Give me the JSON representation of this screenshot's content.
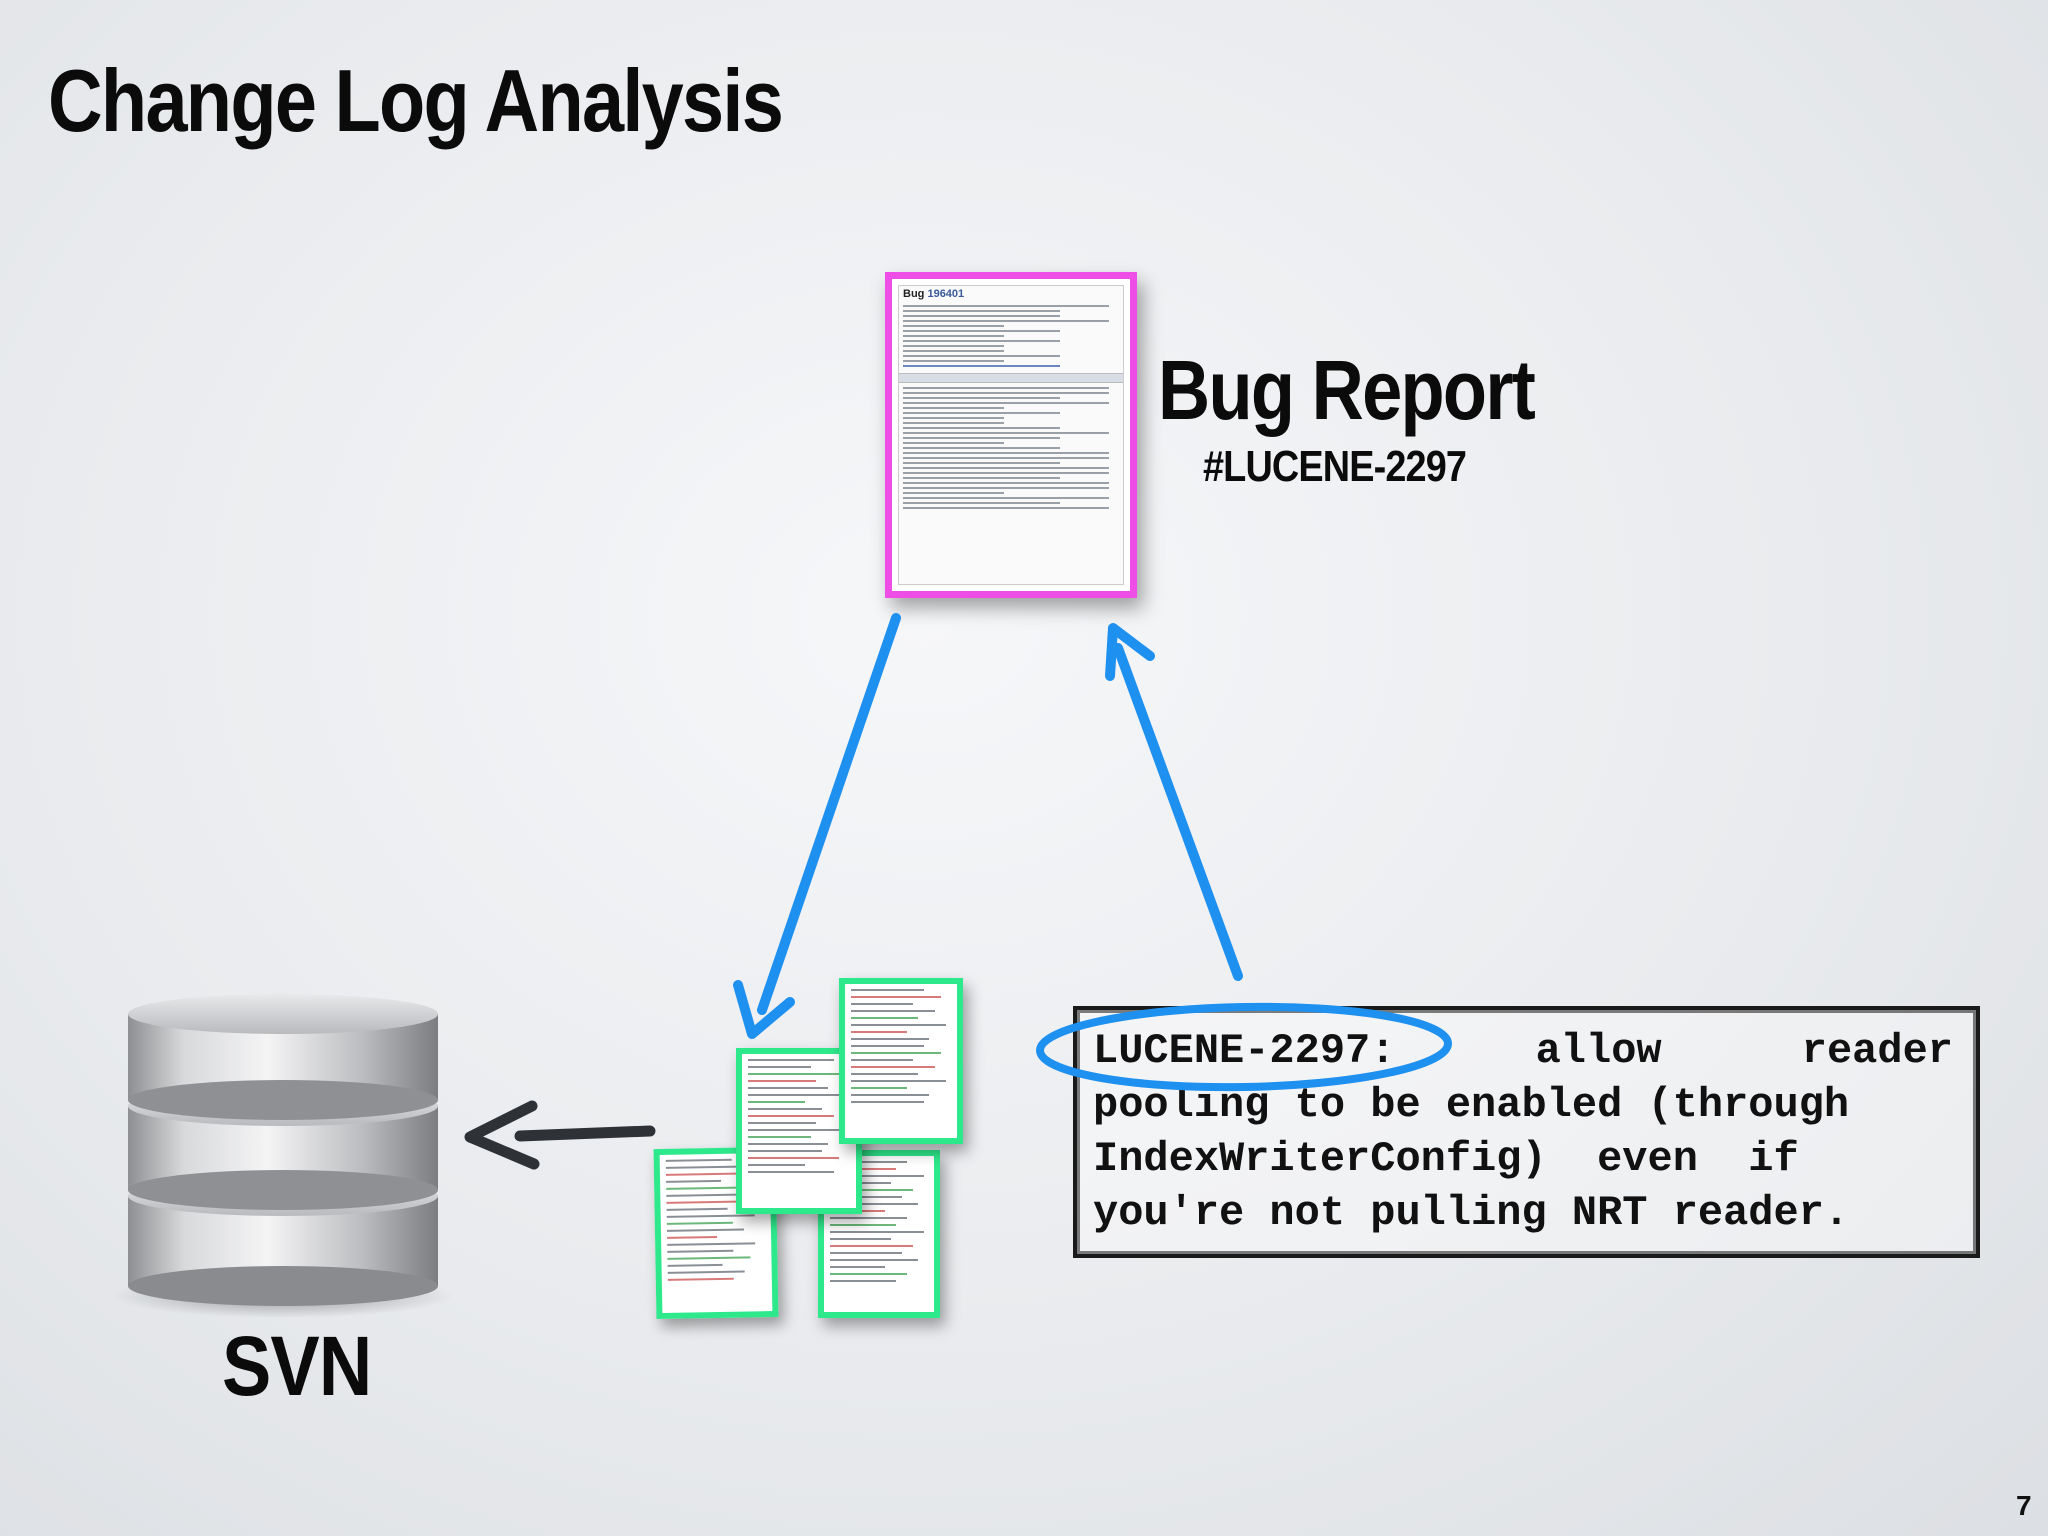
{
  "slide": {
    "title": "Change Log Analysis",
    "page_number": "7"
  },
  "bug_report": {
    "label": "Bug Report",
    "id": "#LUCENE-2297",
    "thumbnail_header_prefix": "Bug",
    "thumbnail_header_number": "196401",
    "border_color": "#ef4ee6"
  },
  "svn": {
    "label": "SVN"
  },
  "commit": {
    "issue_key": "LUCENE-2297:",
    "line1_rest_words": [
      "allow",
      "reader"
    ],
    "line2": "pooling to be enabled (through",
    "line3": "IndexWriterConfig)  even  if",
    "line4": "you're not pulling NRT reader.",
    "highlight_color": "#1e90f0"
  },
  "code_pages": {
    "border_color": "#2ee88c",
    "count": 4
  },
  "arrows": {
    "link_color": "#1e90f0",
    "svn_arrow_color": "#2e3236"
  }
}
